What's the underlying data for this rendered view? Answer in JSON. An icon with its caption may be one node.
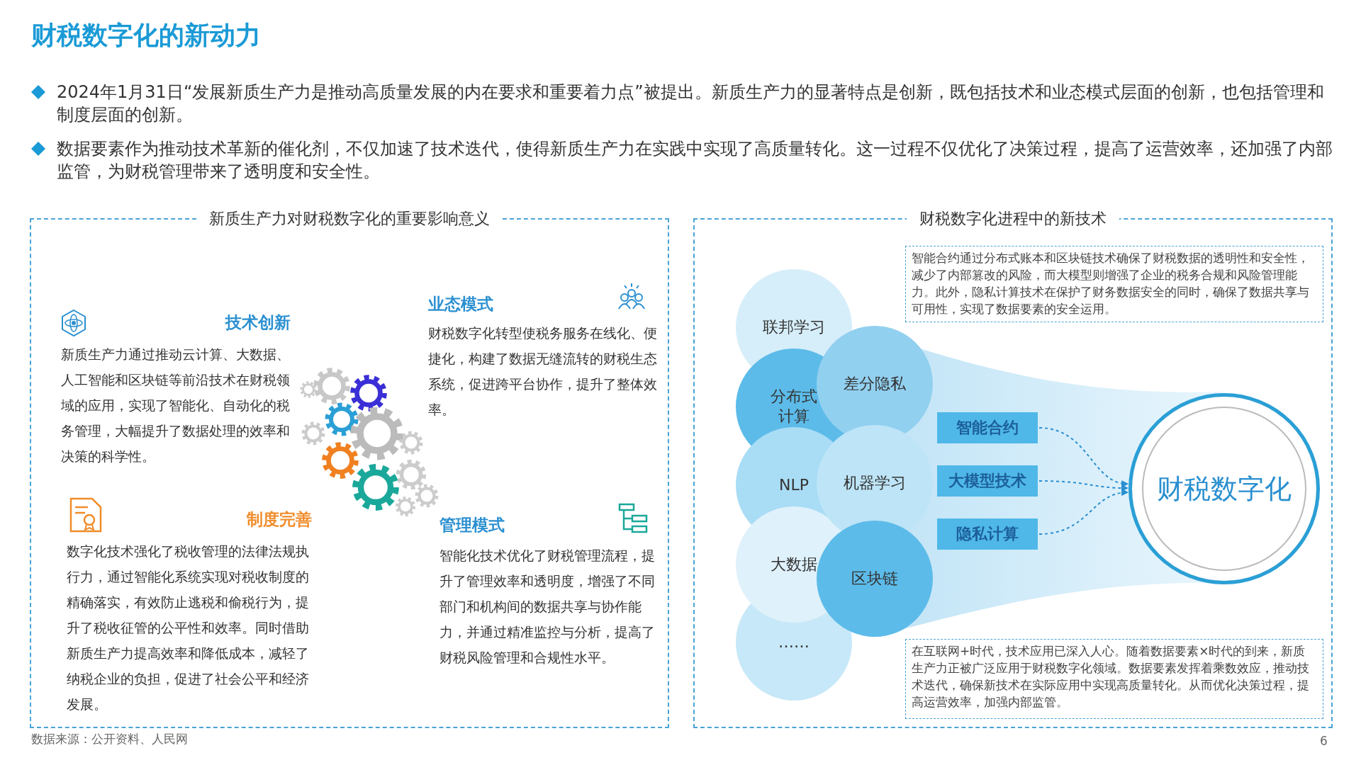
{
  "diagram": {
    "title": "财税数字化的新动力",
    "nodes": [
      {
        "text": [
          "新质生产力对财税数字化的重要影响意义"
        ]
      },
      {
        "text": [
          "财税数字化进程中的新技术"
        ]
      },
      {
        "text": [
          "联邦学习"
        ],
        "in": 1
      },
      {
        "text": [
          "差分隐私"
        ],
        "in": 1
      },
      {
        "text": [
          "分布式计算"
        ],
        "in": 1
      },
      {
        "text": [
          "机器学习"
        ],
        "in": 1
      },
      {
        "text": [
          "NLP"
        ],
        "in": 1
      },
      {
        "text": [
          "大数据"
        ],
        "in": 1
      },
      {
        "text": [
          "区块链"
        ],
        "in": 1
      },
      {
        "text": [
          "……"
        ],
        "in": 1
      },
      {
        "text": [
          "智能合约"
        ],
        "in": 1
      },
      {
        "text": [
          "大模型技术"
        ],
        "in": 1
      },
      {
        "text": [
          "隐私计算"
        ],
        "in": 1
      },
      {
        "text": [
          "财税数字化"
        ],
        "in": 1
      },
      {
        "text": [
          "智能合约通过分布式账本和区块链技术确保了财税数据的透明性和安全性，减少了内部篡改的风险，而大模型则增强了企业的税务合规和风险管理能力。此外，隐私计算技术在保护了财务数据安全的同时，确保了数据共享与可用性，实现了数据要素的安全运用。"
        ],
        "in": 1
      },
      {
        "text": [
          "在互联网+时代，技术应用已深入人心。随着数据要素×时代的到来，新质生产力正被广泛应用于财税数字化领域。数据要素发挥着乘数效应，推动技术迭代，确保新技术在实际应用中实现高质量转化。从而优化决策过程，提高运营效率，加强内部监管。"
        ],
        "in": 1
      }
    ],
    "edges": [
      {
        "from": 10,
        "to": 13,
        "arrow": "to",
        "style": "dashed"
      },
      {
        "from": 11,
        "to": 13,
        "arrow": "to",
        "style": "dashed"
      },
      {
        "from": 12,
        "to": 13,
        "arrow": "to",
        "style": "dashed"
      }
    ],
    "labels": [
      "2024年1月31日“发展新质生产力是推动高质量发展的内在要求和重要着力点”被提出。新质生产力的显著特点是创新，既包括技术和业态模式层面的创新，也包括管理和制度层面的创新。",
      "数据要素作为推动技术革新的催化剂，不仅加速了技术迭代，使得新质生产力在实践中实现了高质量转化。这一过程不仅优化了决策过程，提高了运营效率，还加强了内部监管，为财税管理带来了透明度和安全性。",
      "技术创新",
      "新质生产力通过推动云计算、大数据、人工智能和区块链等前沿技术在财税领域的应用，实现了智能化、自动化的税务管理，大幅提升了数据处理的效率和决策的科学性。",
      "业态模式",
      "财税数字化转型使税务服务在线化、便捷化，构建了数据无缝流转的财税生态系统，促进跨平台协作，提升了整体效率。",
      "制度完善",
      "数字化技术强化了税收管理的法律法规执行力，通过智能化系统实现对税收制度的精确落实，有效防止逃税和偷税行为，提升了税收征管的公平性和效率。同时借助新质生产力提高效率和降低成本，减轻了纳税企业的负担，促进了社会公平和经济发展。",
      "管理模式",
      "智能化技术优化了财税管理流程，提升了管理效率和透明度，增强了不同部门和机构间的数据共享与协作能力，并通过精准监控与分析，提高了财税风险管理和合规性水平。",
      "数据来源：公开资料、人民网",
      "6"
    ]
  }
}
